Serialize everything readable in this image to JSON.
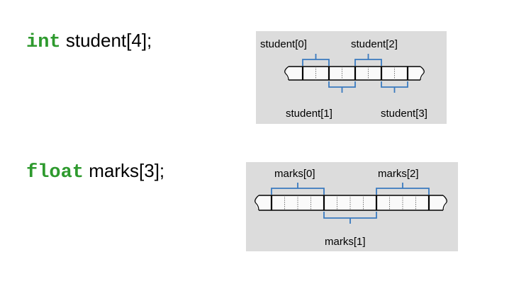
{
  "accent_color": "#2e9a2e",
  "bracket_color": "#3a7abf",
  "declarations": [
    {
      "keyword": "int",
      "text": "student[4];"
    },
    {
      "keyword": "float",
      "text": "marks[3];"
    }
  ],
  "diagrams": [
    {
      "element_labels": [
        "student[0]",
        "student[1]",
        "student[2]",
        "student[3]"
      ]
    },
    {
      "element_labels": [
        "marks[0]",
        "marks[1]",
        "marks[2]"
      ]
    }
  ]
}
